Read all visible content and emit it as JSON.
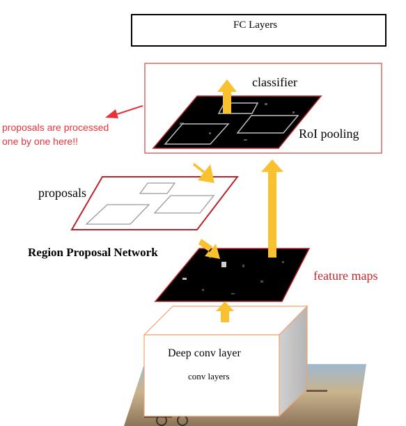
{
  "fc_layers": {
    "label": "FC Layers"
  },
  "roi": {
    "classifier_label": "classifier",
    "roi_pooling_label": "RoI pooling",
    "annotation": {
      "line1": "proposals are processed",
      "line2": "one by one here!!",
      "color": "#e8323a"
    }
  },
  "proposals": {
    "label": "proposals"
  },
  "rpn": {
    "label": "Region Proposal Network"
  },
  "feature_maps": {
    "label": "feature maps",
    "color": "#c0272d"
  },
  "conv_block": {
    "title": "Deep conv layer",
    "subtitle": "conv layers",
    "edge_color": "#f0a070"
  },
  "colors": {
    "arrow": "#f9c12e",
    "plane_border": "#b5242a",
    "feature_plane": "#000000",
    "box_border": "#d04040"
  }
}
